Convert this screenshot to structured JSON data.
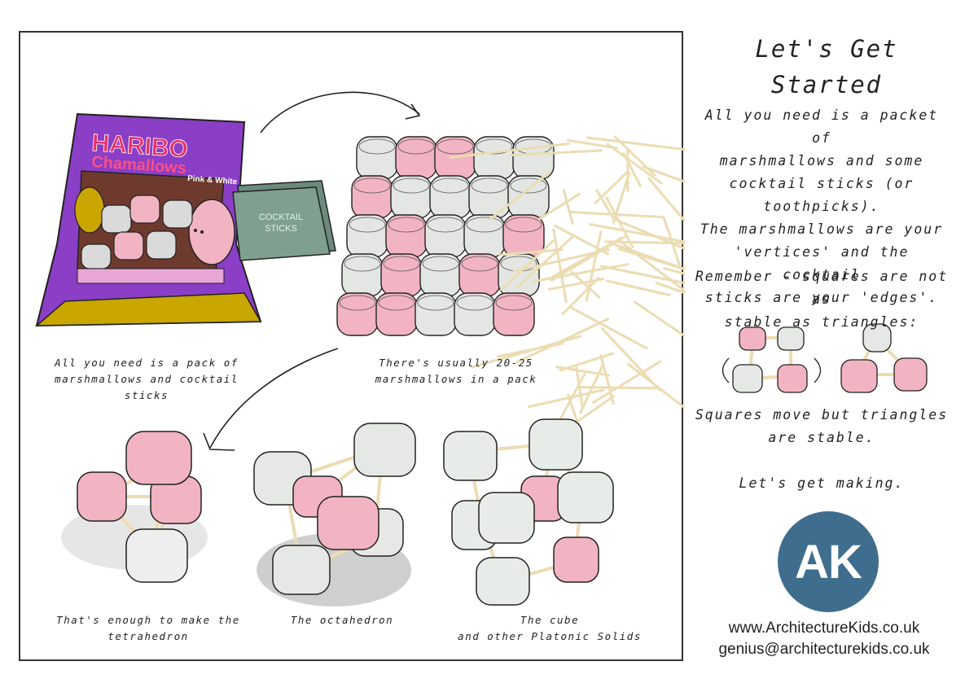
{
  "captions": {
    "pack": "All you need is a pack of\nmarshmallows and cocktail\nsticks",
    "count": "There's usually 20-25\nmarshmallows in a pack",
    "tetra": "That's enough to make the\ntetrahedron",
    "octa": "The octahedron",
    "cube": "The cube\nand other Platonic Solids"
  },
  "packet": {
    "brand": "HARIBO",
    "product": "Chamallows",
    "variant": "Pink & White"
  },
  "sticks_box": {
    "label": "COCKTAIL\nSTICKS"
  },
  "sidebar": {
    "title": "Let's Get\nStarted",
    "intro": "All you need is a packet of\nmarshmallows and some\ncocktail sticks (or toothpicks).\nThe marshmallows are your\n'vertices' and the cocktail\nsticks are your 'edges'.",
    "remember": "Remember - squares are not as\nstable as triangles:",
    "stability": "Squares move but triangles\nare stable.",
    "cta": "Let's get making.",
    "logo_text": "AK",
    "website": "www.ArchitectureKids.co.uk",
    "email": "genius@architecturekids.co.uk"
  },
  "colors": {
    "pink": "#f2b4c3",
    "white": "#e4e6e4",
    "stick": "#ecdcb2",
    "packet": "#8a3fc6",
    "box": "#7a9a8a",
    "logo": "#3f6d8e"
  }
}
